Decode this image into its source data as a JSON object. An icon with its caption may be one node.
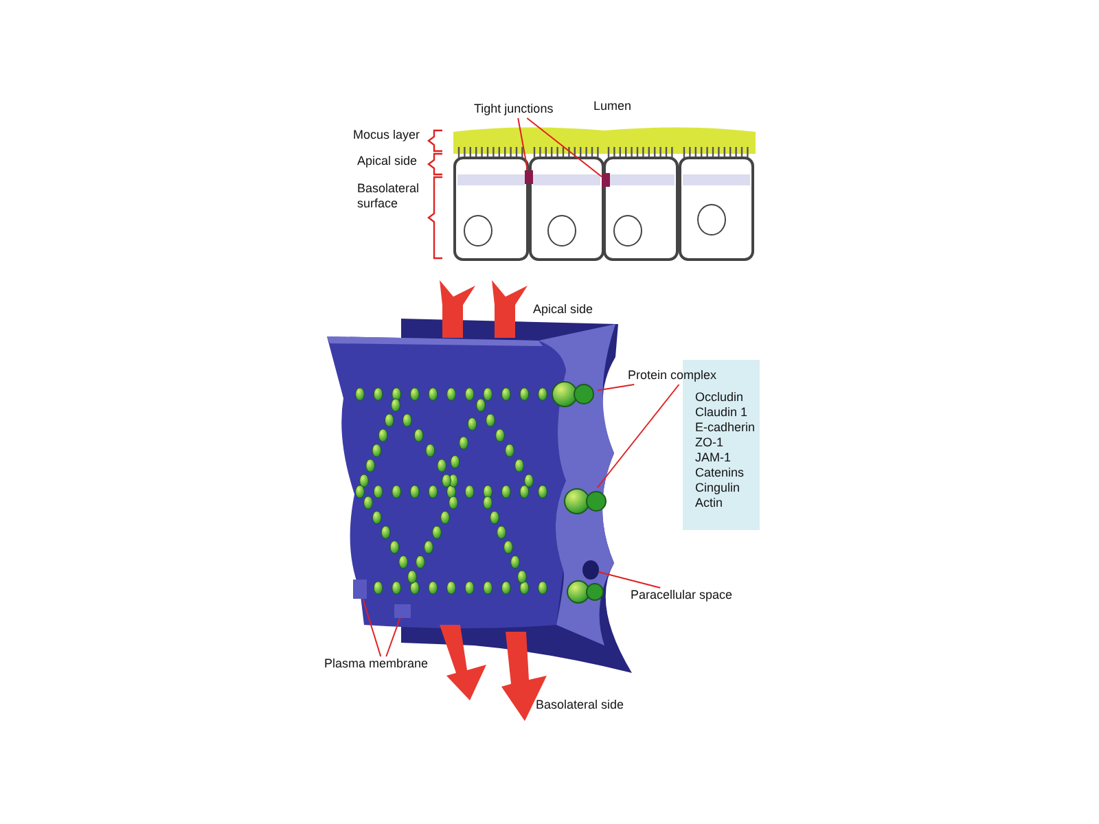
{
  "diagram": {
    "nodes": [
      {
        "text": [
          "Tight junctions"
        ]
      },
      {
        "text": [],
        "shape": "box"
      },
      {
        "text": [],
        "shape": "box"
      },
      {
        "text": [
          "Protein complex"
        ]
      },
      {
        "text": [],
        "shape": "picture"
      },
      {
        "text": [],
        "shape": "picture"
      },
      {
        "text": [
          "Occludin",
          "Claudin 1",
          "E-cadherin",
          "ZO-1",
          "JAM-1",
          "Catenins",
          "Cingulin",
          "Actin"
        ]
      },
      {
        "text": [
          "Paracellular space"
        ]
      },
      {
        "text": [],
        "shape": "circle"
      },
      {
        "text": [
          "Plasma membrane"
        ]
      },
      {
        "text": [],
        "shape": "box"
      },
      {
        "text": [],
        "shape": "box"
      }
    ],
    "edges": [
      {
        "from": 0,
        "to": 1,
        "arrow": "none"
      },
      {
        "from": 0,
        "to": 2,
        "arrow": "none"
      },
      {
        "from": 3,
        "to": 4,
        "arrow": "none"
      },
      {
        "from": 3,
        "to": 5,
        "arrow": "none"
      },
      {
        "from": 7,
        "to": 8,
        "arrow": "none"
      },
      {
        "from": 9,
        "to": 10,
        "arrow": "none"
      },
      {
        "from": 9,
        "to": 11,
        "arrow": "none"
      }
    ],
    "labels": [
      "Lumen",
      "Mocus layer",
      "Apical side",
      "Basolateral surface",
      "Apical side",
      "Basolateral side"
    ]
  }
}
